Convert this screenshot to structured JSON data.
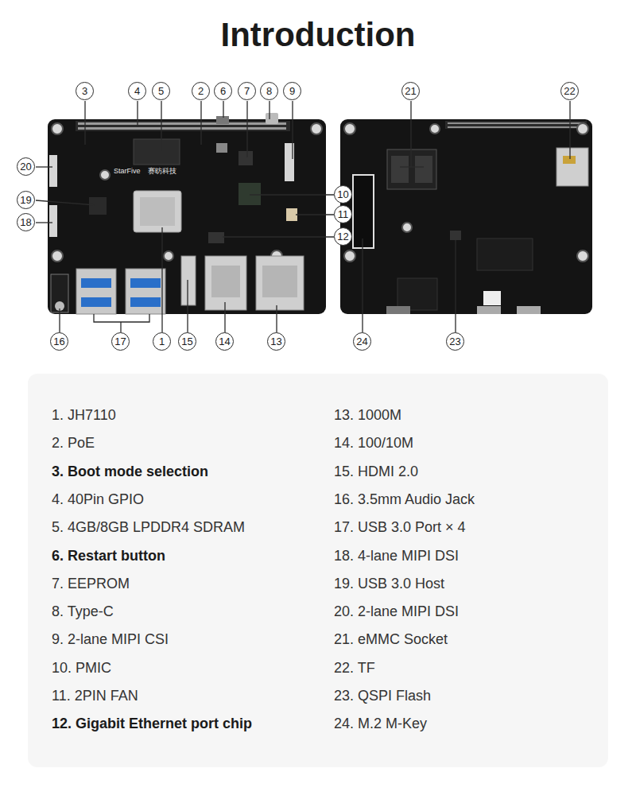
{
  "diagram": {
    "title": "Introduction",
    "labels": [
      "3",
      "4",
      "5",
      "2",
      "6",
      "7",
      "8",
      "9",
      "20",
      "19",
      "18",
      "10",
      "11",
      "12",
      "16",
      "17",
      "1",
      "15",
      "14",
      "13",
      "21",
      "22",
      "24",
      "23",
      "StarFive",
      "赛昉科技",
      "1. JH7110",
      "2. PoE",
      "3. Boot mode selection",
      "4. 40Pin GPIO",
      "5. 4GB/8GB LPDDR4 SDRAM",
      "6. Restart button",
      "7. EEPROM",
      "8. Type-C",
      "9. 2-lane MIPI CSI",
      "10. PMIC",
      "11. 2PIN FAN",
      "12. Gigabit Ethernet port chip",
      "13. 1000M",
      "14. 100/10M",
      "15. HDMI 2.0",
      "16. 3.5mm Audio Jack",
      "17. USB 3.0 Port × 4",
      "18. 4-lane MIPI DSI",
      "19. USB 3.0 Host",
      "20. 2-lane MIPI DSI",
      "21. eMMC Socket",
      "22. TF",
      "23. QSPI Flash",
      "24. M.2 M-Key"
    ]
  }
}
